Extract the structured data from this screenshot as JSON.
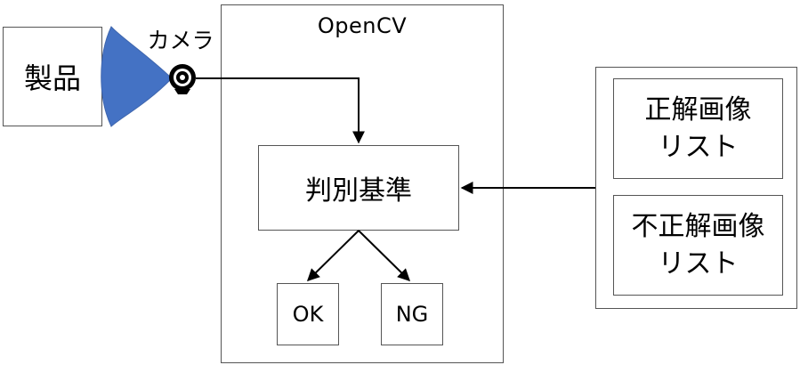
{
  "diagram": {
    "product": {
      "label": "製品"
    },
    "camera": {
      "label": "カメラ"
    },
    "opencv": {
      "title": "OpenCV",
      "criteria": {
        "label": "判別基準"
      },
      "outputs": {
        "ok": "OK",
        "ng": "NG"
      }
    },
    "reference_lists": {
      "correct": {
        "line1": "正解画像",
        "line2": "リスト"
      },
      "incorrect": {
        "line1": "不正解画像",
        "line2": "リスト"
      }
    }
  },
  "colors": {
    "camera_view": "#4472c4",
    "border": "#555555",
    "arrow": "#000000"
  },
  "icons": {
    "camera": "webcam-icon"
  }
}
